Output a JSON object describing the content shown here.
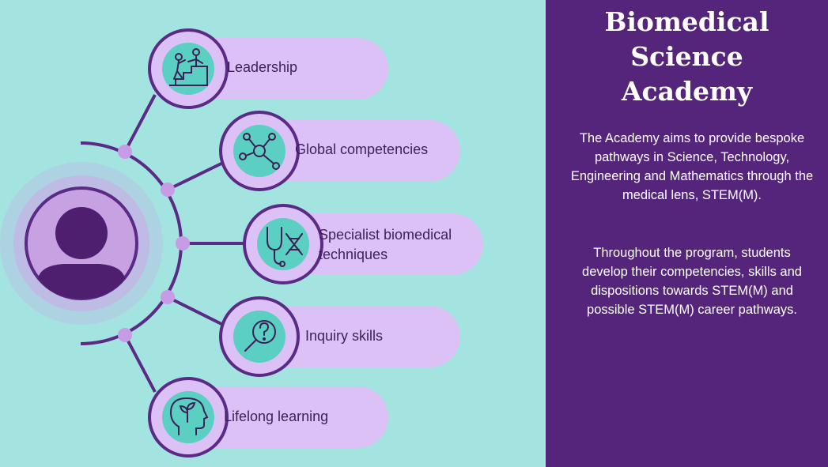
{
  "colors": {
    "background": "#a3e4e0",
    "panel": "#54257a",
    "pill": "#dcc1f7",
    "icon_fill": "#5bcfc1",
    "ring": "#5a2a85",
    "dot": "#c79be6",
    "text_dark": "#3d1f57"
  },
  "panel": {
    "title": "Biomedical Science\nAcademy",
    "paragraph_1": "The Academy aims to provide bespoke pathways in Science, Technology, Engineering and Mathematics through the medical lens, STEM(M).",
    "paragraph_2": "Throughout the program, students develop their competencies, skills and dispositions towards STEM(M) and possible STEM(M) career pathways."
  },
  "center": {
    "icon": "person-icon"
  },
  "items": [
    {
      "label": "Leadership",
      "icon": "teamwork-stairs-icon"
    },
    {
      "label": "Global competencies",
      "icon": "network-icon"
    },
    {
      "label": "Specialist biomedical\ntechniques",
      "icon": "stethoscope-dna-icon"
    },
    {
      "label": "Inquiry skills",
      "icon": "magnifier-question-icon"
    },
    {
      "label": "Lifelong learning",
      "icon": "head-plant-icon"
    }
  ]
}
